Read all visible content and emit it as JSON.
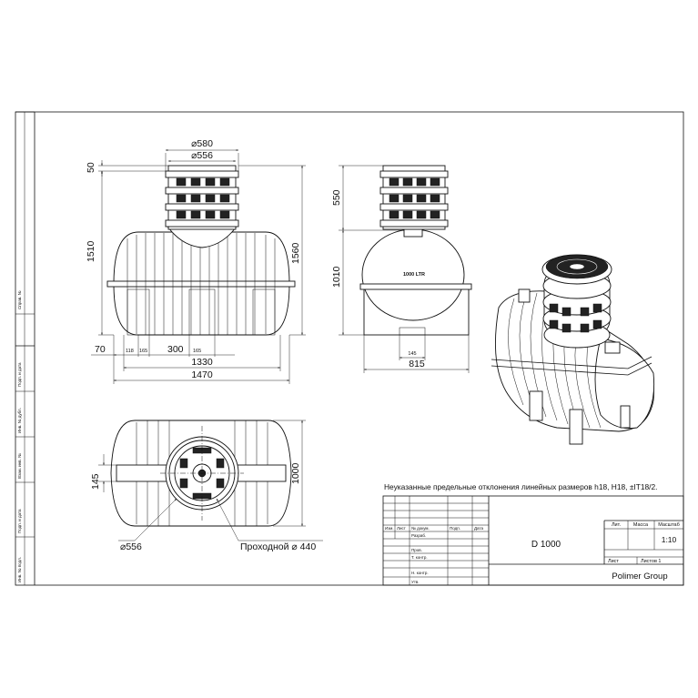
{
  "side_labels": [
    "Справ. №",
    "Подп. и дата",
    "Инв. № дубл.",
    "Взам. инв. №",
    "Подп. и дата",
    "Инв. № подл."
  ],
  "front_view": {
    "dims": {
      "d580": "⌀580",
      "d556": "⌀556",
      "h50": "50",
      "h1510": "1510",
      "h1560": "1560",
      "w70": "70",
      "w118": "118",
      "w165a": "165",
      "w300": "300",
      "w165b": "165",
      "w1330": "1330",
      "w1470": "1470"
    }
  },
  "side_view": {
    "tank_label": "1000 LTR",
    "dims": {
      "h550": "550",
      "h1010": "1010",
      "w145": "145",
      "w815": "815"
    }
  },
  "top_view": {
    "dims": {
      "w145": "145",
      "h1000": "1000",
      "d556": "⌀556",
      "passage": "Проходной ⌀ 440"
    }
  },
  "tolerance_note": "Неуказанные предельные отклонения линейных размеров h18, H18, ±IT18/2.",
  "title_block": {
    "headers": [
      "Изм.",
      "Лист",
      "№ докум.",
      "Подп.",
      "Дата"
    ],
    "rows": [
      "Разраб.",
      "Пров.",
      "Т. контр.",
      "",
      "Н. контр.",
      "Утв."
    ],
    "designation": "D 1000",
    "lit_label": "Лит.",
    "mass_label": "Масса",
    "scale_label": "Масштаб",
    "scale_value": "1:10",
    "sheet_label": "Лист",
    "sheets_label": "Листов 1",
    "company": "Polimer Group"
  }
}
